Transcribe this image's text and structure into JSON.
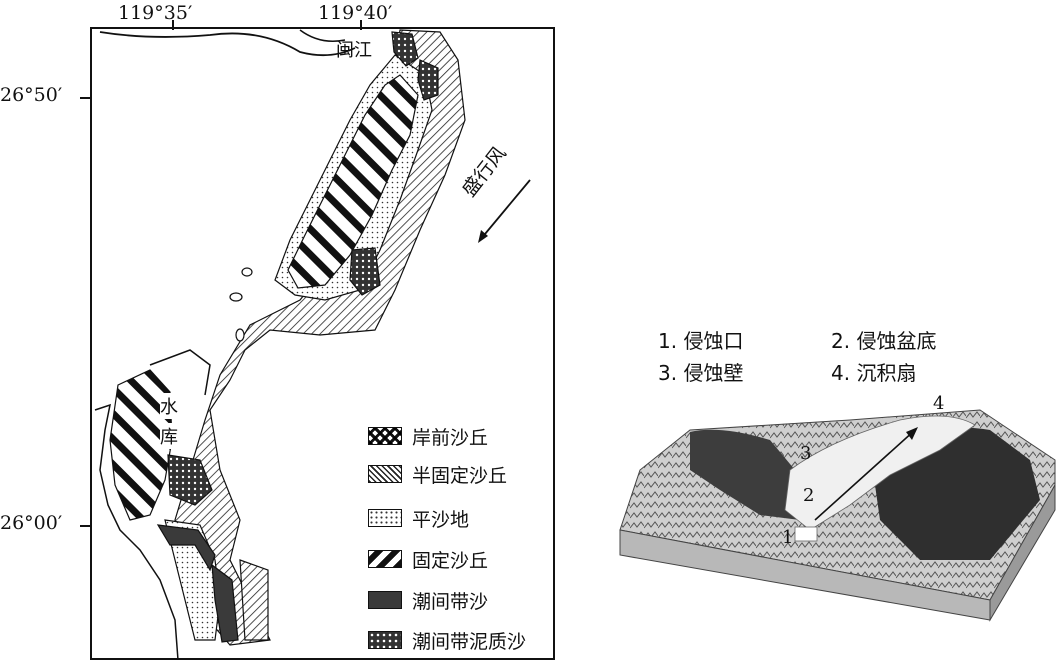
{
  "map": {
    "lon_labels": [
      "119°35′",
      "119°40′"
    ],
    "lat_labels": [
      "26°50′",
      "26°00′"
    ],
    "place_labels": {
      "river": "闽江",
      "reservoir_line1": "水",
      "reservoir_line2": "库",
      "wind": "盛行风"
    },
    "legend": [
      {
        "label": "岸前沙丘",
        "pattern": "x-marks"
      },
      {
        "label": "半固定沙丘",
        "pattern": "fine-hatch"
      },
      {
        "label": "平沙地",
        "pattern": "dots"
      },
      {
        "label": "固定沙丘",
        "pattern": "bold-stripes"
      },
      {
        "label": "潮间带沙",
        "pattern": "dark-fill"
      },
      {
        "label": "潮间带泥质沙",
        "pattern": "cross-dots"
      }
    ]
  },
  "diagram": {
    "captions": [
      "1. 侵蚀口",
      "2. 侵蚀盆底",
      "3. 侵蚀壁",
      "4. 沉积扇"
    ],
    "numbers": [
      "1",
      "2",
      "3",
      "4"
    ]
  }
}
